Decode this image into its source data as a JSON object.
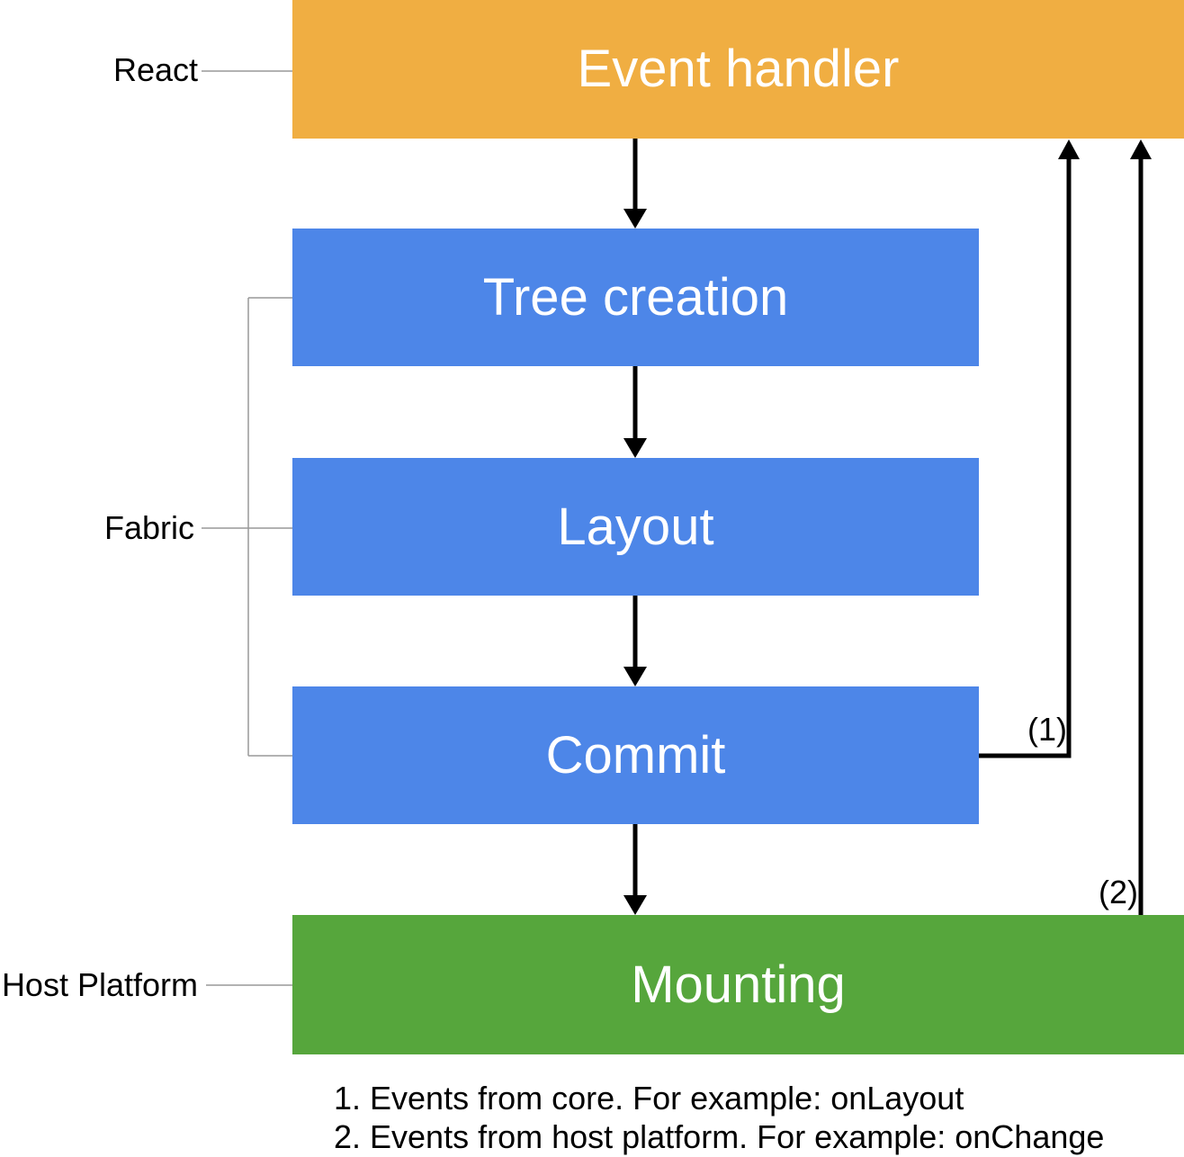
{
  "colors": {
    "react_orange": "#F0AE42",
    "fabric_blue": "#4D86E8",
    "host_green": "#56A63C",
    "box_text": "#FFFFFF",
    "arrow_black": "#000000",
    "connector_gray": "#999999"
  },
  "diagram": {
    "side_labels": {
      "react": "React",
      "fabric": "Fabric",
      "host_platform": "Host Platform"
    },
    "boxes": {
      "event_handler": "Event handler",
      "tree_creation": "Tree creation",
      "layout": "Layout",
      "commit": "Commit",
      "mounting": "Mounting"
    },
    "callouts": {
      "note1": "(1)",
      "note2": "(2)"
    },
    "footnotes": [
      "1. Events from core. For example: onLayout",
      "2. Events from host platform. For example: onChange"
    ]
  }
}
